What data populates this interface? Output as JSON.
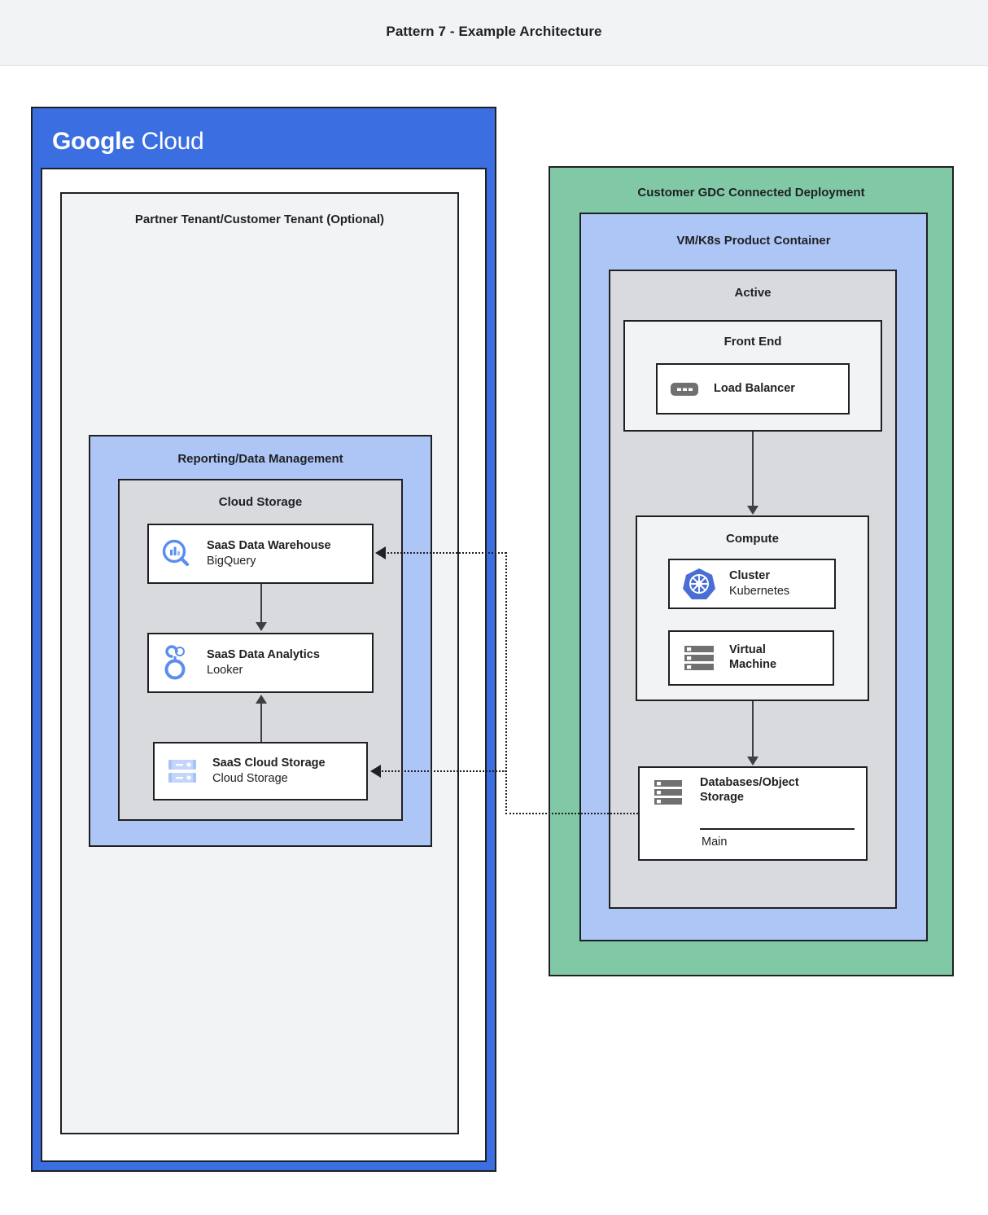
{
  "header": {
    "title": "Pattern 7 - Example Architecture"
  },
  "colors": {
    "google_blue": "#3b6ee0",
    "light_blue": "#aec6f6",
    "green": "#81c9a6",
    "grey": "#d9dadd",
    "light_grey": "#f1f3f4",
    "white": "#ffffff",
    "stroke": "#1f2023",
    "icon_blue": "#4285f4",
    "icon_grey": "#6e6e6e"
  },
  "google_cloud": {
    "logo_bold": "Google",
    "logo_light": "Cloud",
    "tenant": {
      "title": "Partner Tenant/Customer Tenant (Optional)"
    },
    "reporting": {
      "title": "Reporting/Data Management",
      "cloud_storage_group": {
        "title": "Cloud Storage"
      },
      "nodes": [
        {
          "icon": "bigquery-icon",
          "title": "SaaS Data Warehouse",
          "subtitle": "BigQuery"
        },
        {
          "icon": "looker-icon",
          "title": "SaaS Data Analytics",
          "subtitle": "Looker"
        },
        {
          "icon": "cloud-storage-icon",
          "title": "SaaS Cloud Storage",
          "subtitle": "Cloud Storage"
        }
      ]
    }
  },
  "gdc": {
    "title": "Customer GDC Connected Deployment",
    "product_container": {
      "title": "VM/K8s Product Container"
    },
    "active": {
      "title": "Active"
    },
    "front_end": {
      "title": "Front End",
      "node": {
        "icon": "load-balancer-icon",
        "title": "Load Balancer",
        "subtitle": ""
      }
    },
    "compute": {
      "title": "Compute",
      "nodes": [
        {
          "icon": "kubernetes-icon",
          "title": "Cluster",
          "subtitle": "Kubernetes"
        },
        {
          "icon": "virtual-machine-icon",
          "title": "Virtual",
          "subtitle": "Machine"
        }
      ]
    },
    "database": {
      "icon": "database-icon",
      "title_line1": "Databases/Object",
      "title_line2": "Storage",
      "detail": "Main"
    }
  },
  "connections": [
    {
      "from": "Load Balancer",
      "to": "Compute",
      "style": "solid-arrow-down"
    },
    {
      "from": "Compute",
      "to": "Databases/Object Storage",
      "style": "solid-arrow-down"
    },
    {
      "from": "SaaS Data Warehouse",
      "to": "SaaS Data Analytics",
      "style": "solid-arrow-down"
    },
    {
      "from": "SaaS Cloud Storage",
      "to": "SaaS Data Analytics",
      "style": "solid-arrow-up"
    },
    {
      "from": "Databases/Object Storage",
      "to": "SaaS Data Warehouse",
      "style": "dotted-arrow-left"
    },
    {
      "from": "Databases/Object Storage",
      "to": "SaaS Cloud Storage",
      "style": "dotted-arrow-left"
    }
  ]
}
